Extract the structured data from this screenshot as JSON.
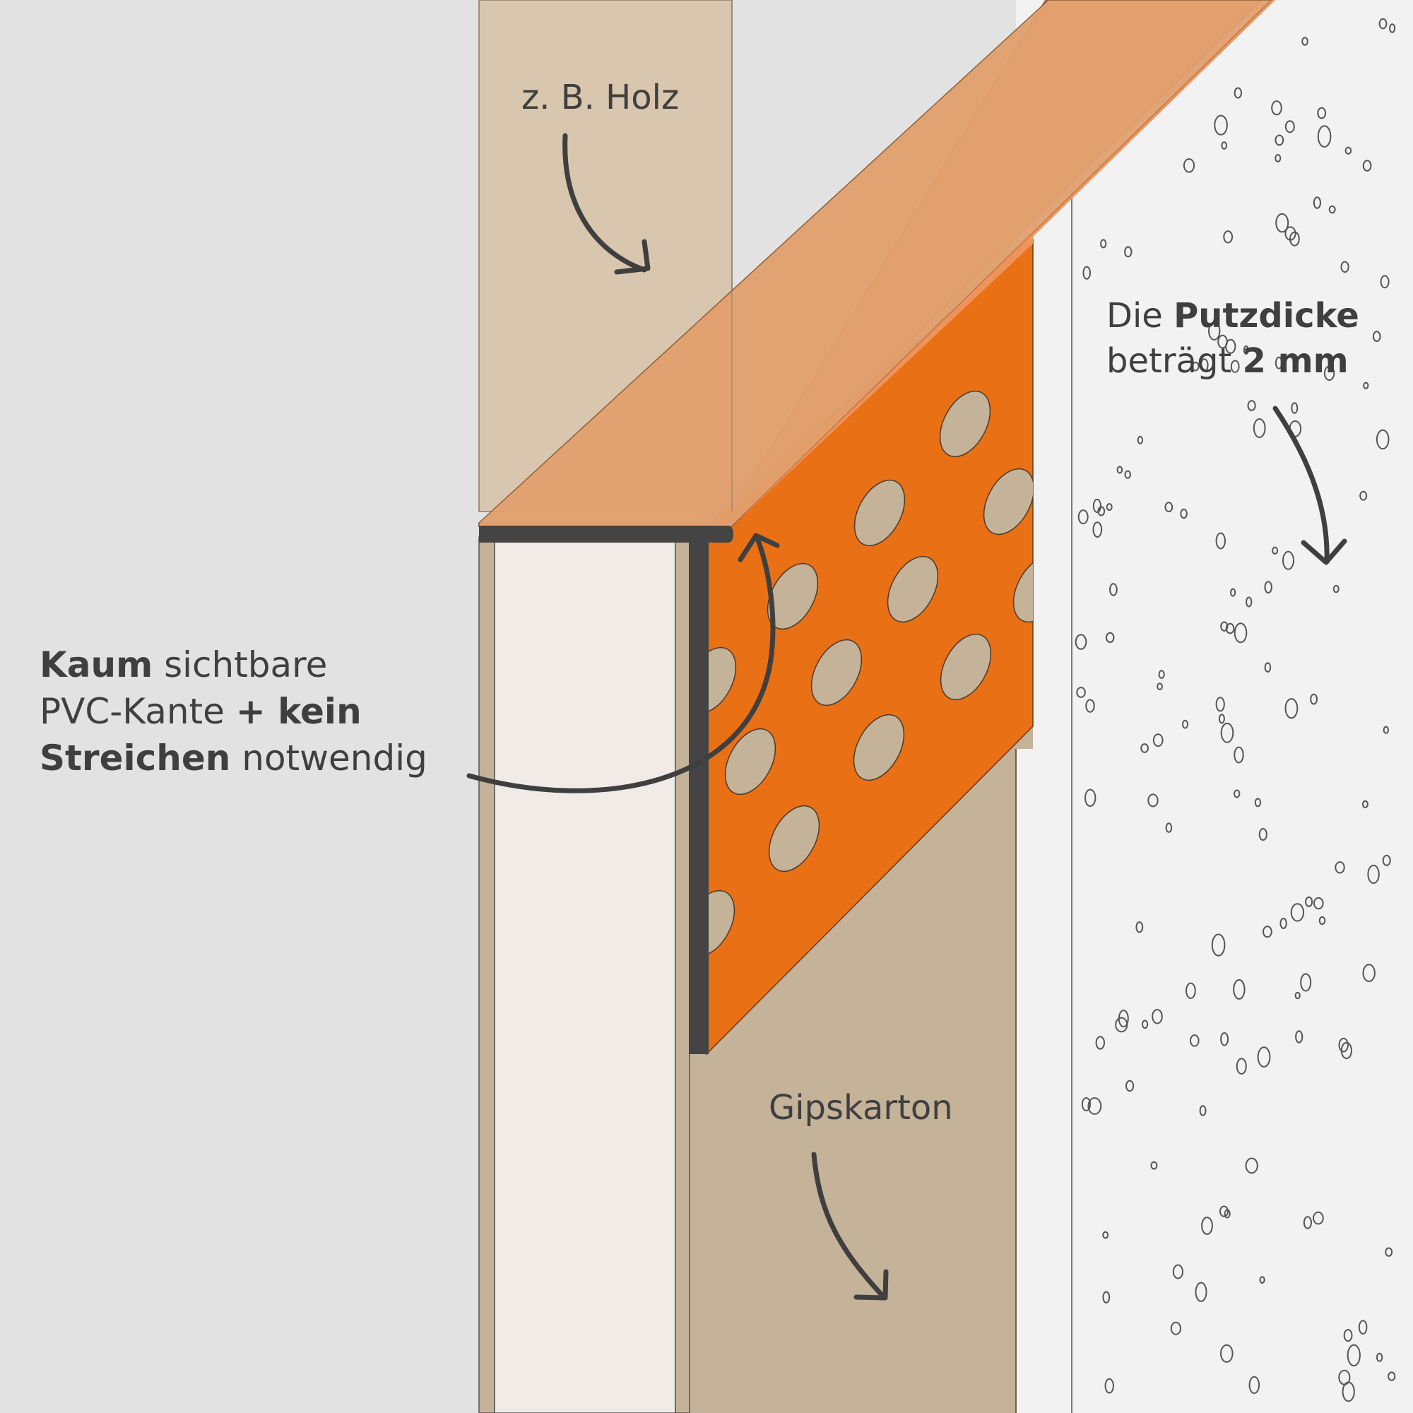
{
  "labels": {
    "holz": "z. B. Holz",
    "putz_1": "Die ",
    "putz_1_bold": "Putzdicke",
    "putz_2": "beträgt ",
    "putz_2_bold": "2 mm",
    "kante_1_bold": "Kaum",
    "kante_1": " sichtbare",
    "kante_2": "PVC-Kante ",
    "kante_2_bold": "+ kein",
    "kante_3_bold": "Streichen",
    "kante_3": " notwendig",
    "gips": "Gipskarton"
  },
  "colors": {
    "background": "#e2e2e2",
    "wood": "#d9c6ae",
    "drywall": "#c4b299",
    "plaster": "#f2f2f2",
    "board_face": "#f0ebe6",
    "orange_mesh": "#e97015",
    "orange_top": "#e2a06e",
    "pvc_edge": "#444444",
    "text": "#3f3f3f"
  },
  "icons": {
    "arrow": "curved-arrow-icon"
  }
}
